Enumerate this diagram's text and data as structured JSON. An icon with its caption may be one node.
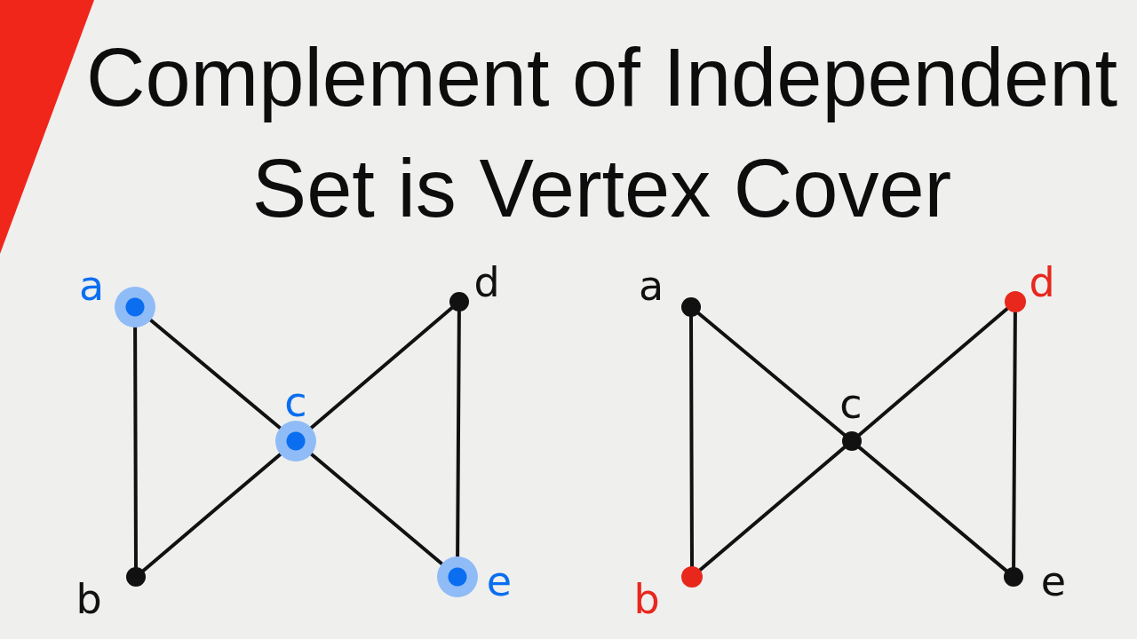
{
  "diagram": {
    "title": "Complement of Independent Set is Vertex Cover",
    "nodes": [
      {
        "text": [],
        "shape": "circle",
        "beside": [
          "a"
        ]
      },
      {
        "text": [],
        "shape": "circle",
        "beside": [
          "d"
        ]
      },
      {
        "text": [],
        "shape": "circle",
        "beside": [
          "c"
        ]
      },
      {
        "text": [],
        "shape": "circle",
        "beside": [
          "b"
        ]
      },
      {
        "text": [],
        "shape": "circle",
        "beside": [
          "e"
        ]
      },
      {
        "text": [],
        "shape": "circle",
        "beside": [
          "a"
        ]
      },
      {
        "text": [],
        "shape": "circle",
        "beside": [
          "d"
        ]
      },
      {
        "text": [],
        "shape": "circle",
        "beside": [
          "c"
        ]
      },
      {
        "text": [],
        "shape": "circle",
        "beside": [
          "b"
        ]
      },
      {
        "text": [],
        "shape": "circle",
        "beside": [
          "e"
        ]
      }
    ],
    "edges": [
      {
        "from": 0,
        "to": 3,
        "arrow": "none"
      },
      {
        "from": 0,
        "to": 2,
        "arrow": "none"
      },
      {
        "from": 1,
        "to": 2,
        "arrow": "none"
      },
      {
        "from": 1,
        "to": 4,
        "arrow": "none"
      },
      {
        "from": 2,
        "to": 3,
        "arrow": "none"
      },
      {
        "from": 2,
        "to": 4,
        "arrow": "none"
      },
      {
        "from": 5,
        "to": 8,
        "arrow": "none"
      },
      {
        "from": 5,
        "to": 7,
        "arrow": "none"
      },
      {
        "from": 6,
        "to": 7,
        "arrow": "none"
      },
      {
        "from": 6,
        "to": 9,
        "arrow": "none"
      },
      {
        "from": 7,
        "to": 8,
        "arrow": "none"
      },
      {
        "from": 7,
        "to": 9,
        "arrow": "none"
      }
    ]
  }
}
